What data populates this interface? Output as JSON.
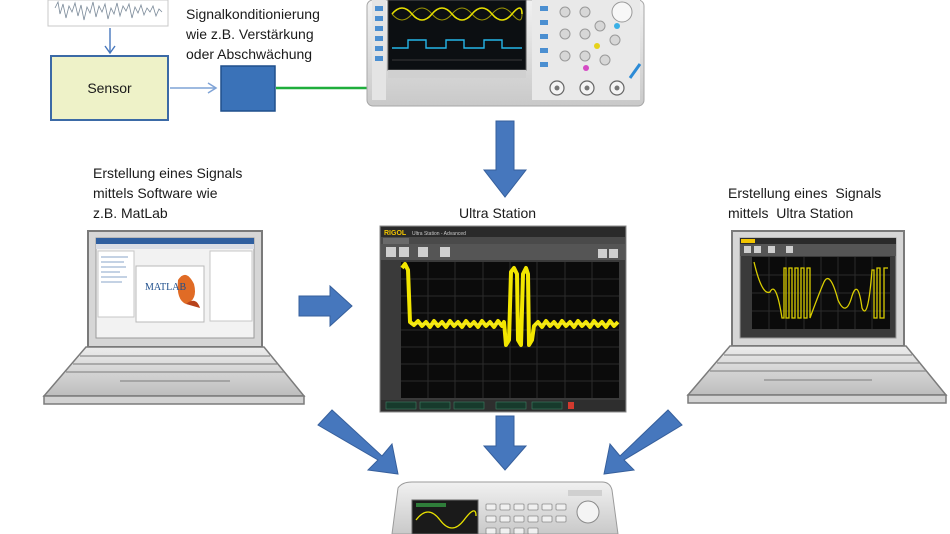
{
  "sensor_block": {
    "label": "Sensor"
  },
  "signal_conditioning": {
    "line1": "Signalkonditionierung",
    "line2": "wie z.B. Verstärkung",
    "line3": "oder Abschwächung"
  },
  "software_caption": {
    "line1": "Erstellung eines Signals",
    "line2": "mittels Software wie",
    "line3": "z.B. MatLab"
  },
  "ultra_station_caption": "Ultra Station",
  "ultra_station_caption_right": {
    "line1": "Erstellung eines  Signals",
    "line2": "mittels  Ultra Station"
  },
  "matlab_logo_text": "MATLAB",
  "rigol_brand": "RIGOL",
  "ultra_station_window_title": "Ultra Station - Advanced",
  "colors": {
    "sensor_fill": "#eef2c8",
    "sensor_border": "#3b6aa6",
    "conditioning_block": "#3a72b8",
    "arrow_blue": "#4677bd",
    "green_signal": "#1fae3c",
    "waveform_yellow": "#f2e600",
    "scope_bg": "#0c0f12"
  }
}
